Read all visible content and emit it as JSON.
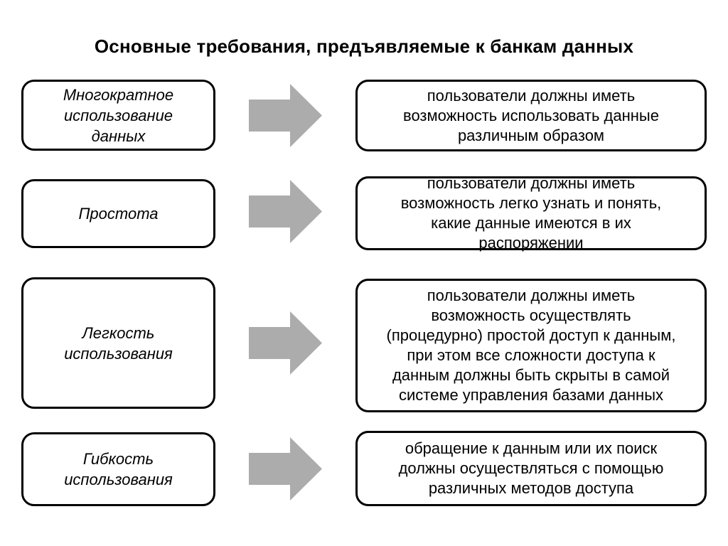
{
  "title": "Основные требования, предъявляемые к банкам данных",
  "colors": {
    "arrow": "#ACACAC",
    "border": "#000000",
    "background": "#ffffff",
    "text": "#000000"
  },
  "rows": [
    {
      "label": "Многократное использование данных",
      "description": "пользователи должны иметь возможность использовать данные различным образом"
    },
    {
      "label": "Простота",
      "description": "пользователи должны иметь возможность легко узнать и понять, какие данные имеются в их распоряжении"
    },
    {
      "label": "Легкость использования",
      "description": "пользователи должны иметь возможность осуществлять (процедурно) простой доступ к данным, при этом все сложности доступа к данным должны быть скрыты в самой системе управления базами данных"
    },
    {
      "label": "Гибкость использования",
      "description": "обращение к данным или их поиск должны осуществляться с помощью различных методов доступа"
    }
  ]
}
